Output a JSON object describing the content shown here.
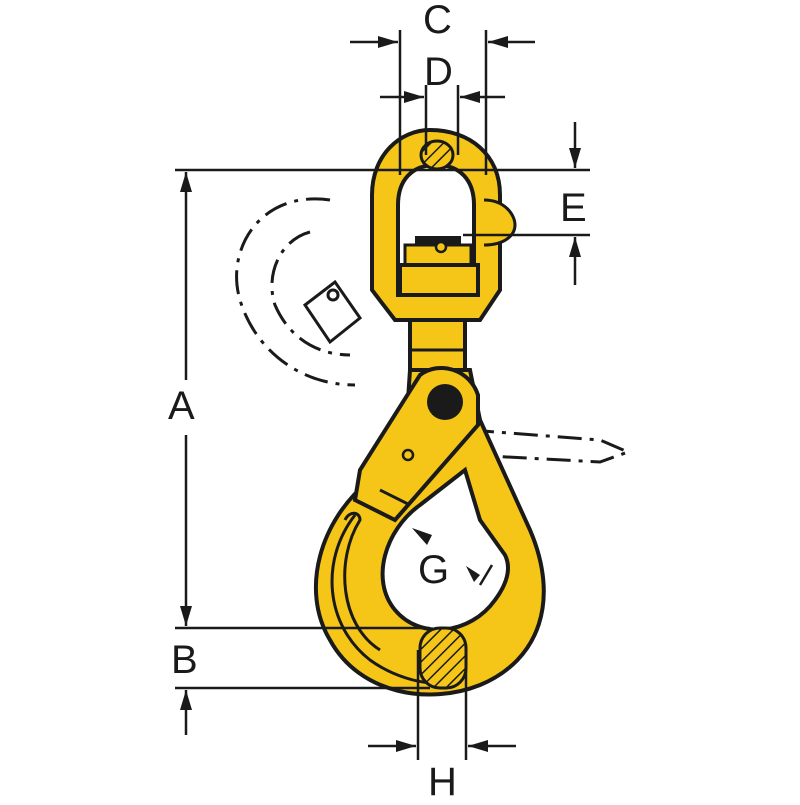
{
  "diagram": {
    "subject": "Swivel self-locking safety hook dimension drawing",
    "colors": {
      "body": "#F5C518",
      "outline": "#1a1a1a",
      "background": "#ffffff"
    },
    "labels": {
      "A": "A",
      "B": "B",
      "C": "C",
      "D": "D",
      "E": "E",
      "G": "G",
      "H": "H"
    }
  }
}
